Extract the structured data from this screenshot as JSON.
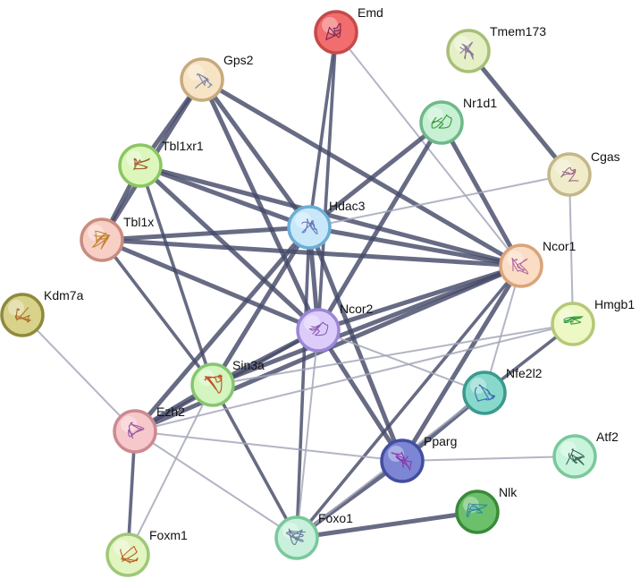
{
  "colors": {
    "edge_strong": "#454b69",
    "edge_weak": "#a4a8ba",
    "label": "#111111"
  },
  "nodes": [
    {
      "id": "Emd",
      "label": "Emd",
      "fill": "#f26d6d",
      "stroke": "#c64a4a",
      "glyph": "#7a2a5a"
    },
    {
      "id": "Tmem173",
      "label": "Tmem173",
      "fill": "#e6f0c6",
      "stroke": "#a9bf78",
      "glyph": "#8a7a9a"
    },
    {
      "id": "Gps2",
      "label": "Gps2",
      "fill": "#f6e4c4",
      "stroke": "#c7ab7e",
      "glyph": "#7a86a8"
    },
    {
      "id": "Nr1d1",
      "label": "Nr1d1",
      "fill": "#c8f0d4",
      "stroke": "#6fb88a",
      "glyph": "#3a9a3a"
    },
    {
      "id": "Tbl1xr1",
      "label": "Tbl1xr1",
      "fill": "#dcf6bc",
      "stroke": "#8cc660",
      "glyph": "#a06030"
    },
    {
      "id": "Cgas",
      "label": "Cgas",
      "fill": "#f0ebc8",
      "stroke": "#c3b88a",
      "glyph": "#9a6a8a"
    },
    {
      "id": "Hdac3",
      "label": "Hdac3",
      "fill": "#c8e8fa",
      "stroke": "#6aaed6",
      "glyph": "#6a7ab8"
    },
    {
      "id": "Tbl1x",
      "label": "Tbl1x",
      "fill": "#f7cfc4",
      "stroke": "#c98c80",
      "glyph": "#c08030"
    },
    {
      "id": "Ncor1",
      "label": "Ncor1",
      "fill": "#fbdcc4",
      "stroke": "#d9a47a",
      "glyph": "#b06aa0"
    },
    {
      "id": "Kdm7a",
      "label": "Kdm7a",
      "fill": "#d8d28a",
      "stroke": "#8f8a3c",
      "glyph": "#b07030"
    },
    {
      "id": "Hmgb1",
      "label": "Hmgb1",
      "fill": "#eef8c4",
      "stroke": "#b5c878",
      "glyph": "#3aa040"
    },
    {
      "id": "Ncor2",
      "label": "Ncor2",
      "fill": "#dcccfa",
      "stroke": "#9c86d8",
      "glyph": "#8a5ab0"
    },
    {
      "id": "Sin3a",
      "label": "Sin3a",
      "fill": "#d4f4c0",
      "stroke": "#86c670",
      "glyph": "#c05020"
    },
    {
      "id": "Nfe2l2",
      "label": "Nfe2l2",
      "fill": "#88d8cc",
      "stroke": "#3a9a8c",
      "glyph": "#3a6ab0"
    },
    {
      "id": "Ezh2",
      "label": "Ezh2",
      "fill": "#f6c8cc",
      "stroke": "#cc8a90",
      "glyph": "#9a5aa0"
    },
    {
      "id": "Atf2",
      "label": "Atf2",
      "fill": "#c8f4dc",
      "stroke": "#7ac89c",
      "glyph": "#3a6a5a"
    },
    {
      "id": "Pparg",
      "label": "Pparg",
      "fill": "#7c86d4",
      "stroke": "#434ea0",
      "glyph": "#8a3ab0"
    },
    {
      "id": "Nlk",
      "label": "Nlk",
      "fill": "#6cc06c",
      "stroke": "#3a8a3a",
      "glyph": "#2a8aa0"
    },
    {
      "id": "Foxm1",
      "label": "Foxm1",
      "fill": "#e2f4c0",
      "stroke": "#9ec878",
      "glyph": "#c05a20"
    },
    {
      "id": "Foxo1",
      "label": "Foxo1",
      "fill": "#c8f0dc",
      "stroke": "#7ac89c",
      "glyph": "#6a7a9a"
    }
  ],
  "edges": [
    {
      "a": "Gps2",
      "b": "Tbl1xr1",
      "weight": "strong"
    },
    {
      "a": "Gps2",
      "b": "Tbl1x",
      "weight": "strong"
    },
    {
      "a": "Gps2",
      "b": "Hdac3",
      "weight": "strong"
    },
    {
      "a": "Gps2",
      "b": "Ncor1",
      "weight": "strong"
    },
    {
      "a": "Gps2",
      "b": "Ncor2",
      "weight": "strong"
    },
    {
      "a": "Tbl1xr1",
      "b": "Tbl1x",
      "weight": "strong"
    },
    {
      "a": "Tbl1xr1",
      "b": "Hdac3",
      "weight": "strong"
    },
    {
      "a": "Tbl1xr1",
      "b": "Ncor1",
      "weight": "strong"
    },
    {
      "a": "Tbl1xr1",
      "b": "Ncor2",
      "weight": "strong"
    },
    {
      "a": "Tbl1xr1",
      "b": "Sin3a",
      "weight": "medium"
    },
    {
      "a": "Tbl1x",
      "b": "Hdac3",
      "weight": "strong"
    },
    {
      "a": "Tbl1x",
      "b": "Ncor1",
      "weight": "strong"
    },
    {
      "a": "Tbl1x",
      "b": "Ncor2",
      "weight": "strong"
    },
    {
      "a": "Tbl1x",
      "b": "Sin3a",
      "weight": "medium"
    },
    {
      "a": "Emd",
      "b": "Hdac3",
      "weight": "medium"
    },
    {
      "a": "Emd",
      "b": "Ncor2",
      "weight": "medium"
    },
    {
      "a": "Emd",
      "b": "Ncor1",
      "weight": "weak"
    },
    {
      "a": "Nr1d1",
      "b": "Hdac3",
      "weight": "strong"
    },
    {
      "a": "Nr1d1",
      "b": "Ncor1",
      "weight": "strong"
    },
    {
      "a": "Nr1d1",
      "b": "Ncor2",
      "weight": "strong"
    },
    {
      "a": "Tmem173",
      "b": "Cgas",
      "weight": "strong"
    },
    {
      "a": "Cgas",
      "b": "Hmgb1",
      "weight": "weak"
    },
    {
      "a": "Cgas",
      "b": "Hdac3",
      "weight": "weak"
    },
    {
      "a": "Hdac3",
      "b": "Ncor1",
      "weight": "strong"
    },
    {
      "a": "Hdac3",
      "b": "Ncor2",
      "weight": "strong"
    },
    {
      "a": "Hdac3",
      "b": "Sin3a",
      "weight": "strong"
    },
    {
      "a": "Hdac3",
      "b": "Ezh2",
      "weight": "strong"
    },
    {
      "a": "Hdac3",
      "b": "Pparg",
      "weight": "strong"
    },
    {
      "a": "Hdac3",
      "b": "Foxo1",
      "weight": "medium"
    },
    {
      "a": "Ncor1",
      "b": "Ncor2",
      "weight": "strong"
    },
    {
      "a": "Ncor1",
      "b": "Sin3a",
      "weight": "strong"
    },
    {
      "a": "Ncor1",
      "b": "Ezh2",
      "weight": "strong"
    },
    {
      "a": "Ncor1",
      "b": "Pparg",
      "weight": "strong"
    },
    {
      "a": "Ncor1",
      "b": "Foxo1",
      "weight": "medium"
    },
    {
      "a": "Ncor1",
      "b": "Nfe2l2",
      "weight": "weak"
    },
    {
      "a": "Ncor2",
      "b": "Sin3a",
      "weight": "strong"
    },
    {
      "a": "Ncor2",
      "b": "Ezh2",
      "weight": "medium"
    },
    {
      "a": "Ncor2",
      "b": "Pparg",
      "weight": "strong"
    },
    {
      "a": "Ncor2",
      "b": "Nfe2l2",
      "weight": "weak"
    },
    {
      "a": "Ncor2",
      "b": "Foxo1",
      "weight": "weak"
    },
    {
      "a": "Sin3a",
      "b": "Ezh2",
      "weight": "strong"
    },
    {
      "a": "Sin3a",
      "b": "Foxo1",
      "weight": "medium"
    },
    {
      "a": "Sin3a",
      "b": "Hmgb1",
      "weight": "weak"
    },
    {
      "a": "Sin3a",
      "b": "Foxm1",
      "weight": "weak"
    },
    {
      "a": "Pparg",
      "b": "Nfe2l2",
      "weight": "strong"
    },
    {
      "a": "Pparg",
      "b": "Foxo1",
      "weight": "strong"
    },
    {
      "a": "Pparg",
      "b": "Atf2",
      "weight": "weak"
    },
    {
      "a": "Pparg",
      "b": "Ezh2",
      "weight": "weak"
    },
    {
      "a": "Nfe2l2",
      "b": "Hmgb1",
      "weight": "medium"
    },
    {
      "a": "Nfe2l2",
      "b": "Foxo1",
      "weight": "weak"
    },
    {
      "a": "Foxo1",
      "b": "Nlk",
      "weight": "strong"
    },
    {
      "a": "Foxo1",
      "b": "Ezh2",
      "weight": "weak"
    },
    {
      "a": "Ezh2",
      "b": "Kdm7a",
      "weight": "weak"
    },
    {
      "a": "Ezh2",
      "b": "Foxm1",
      "weight": "medium"
    },
    {
      "a": "Ezh2",
      "b": "Hmgb1",
      "weight": "weak"
    }
  ]
}
